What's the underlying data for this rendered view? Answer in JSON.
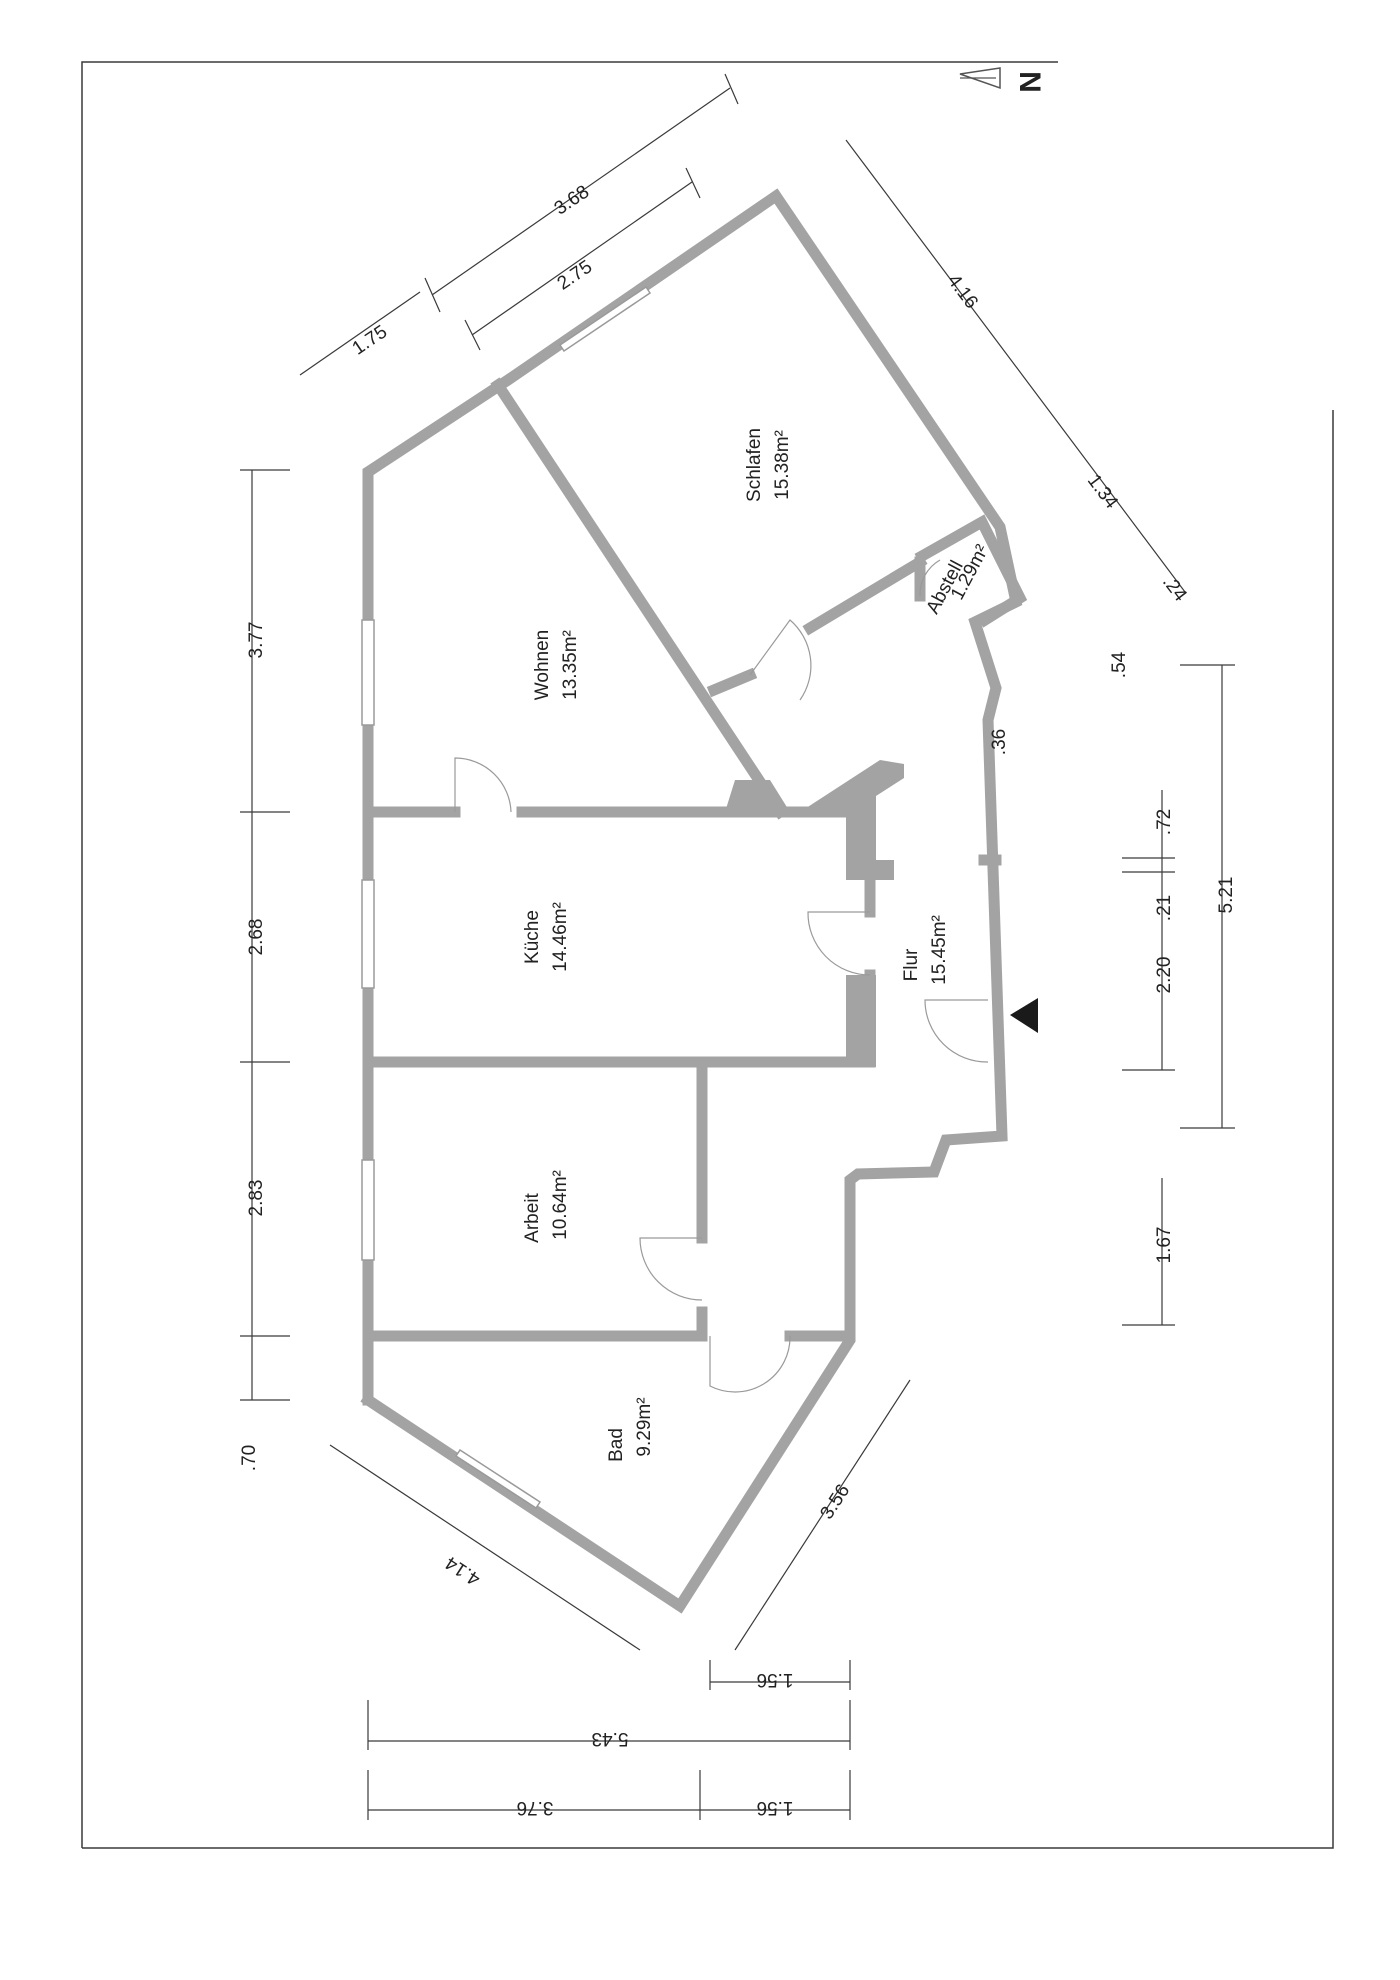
{
  "colors": {
    "wall": "#a3a3a3",
    "line": "#3a3a3a",
    "text": "#222222",
    "arrow": "#1a1a1a"
  },
  "north_label": "N",
  "rooms": [
    {
      "name": "Schlafen",
      "area": "15.38m²"
    },
    {
      "name": "Wohnen",
      "area": "13.35m²"
    },
    {
      "name": "Küche",
      "area": "14.46m²"
    },
    {
      "name": "Flur",
      "area": "15.45m²"
    },
    {
      "name": "Arbeit",
      "area": "10.64m²"
    },
    {
      "name": "Bad",
      "area": "9.29m²"
    },
    {
      "name": "Abstell",
      "area": "1.29m²"
    }
  ],
  "dimensions": {
    "top_overall": "3.68",
    "top_window": "2.75",
    "top_left": "1.75",
    "right_upper": "4.16",
    "right_small_1": "1.34",
    "right_small_2": ".24",
    "right_small_3": ".54",
    "flur_jog": ".36",
    "left_wohnen": "3.77",
    "left_kueche": "2.68",
    "left_arbeit": "2.83",
    "left_bad": ".70",
    "right_total": "5.21",
    "right_a": ".72",
    "right_b": ".21",
    "right_c": "2.20",
    "right_lower": "1.67",
    "bad_right": "3.56",
    "bad_left": "4.14",
    "bottom_1": "1.56",
    "bottom_overall": "5.43",
    "bottom_left": "3.76",
    "bottom_right": "1.56"
  }
}
